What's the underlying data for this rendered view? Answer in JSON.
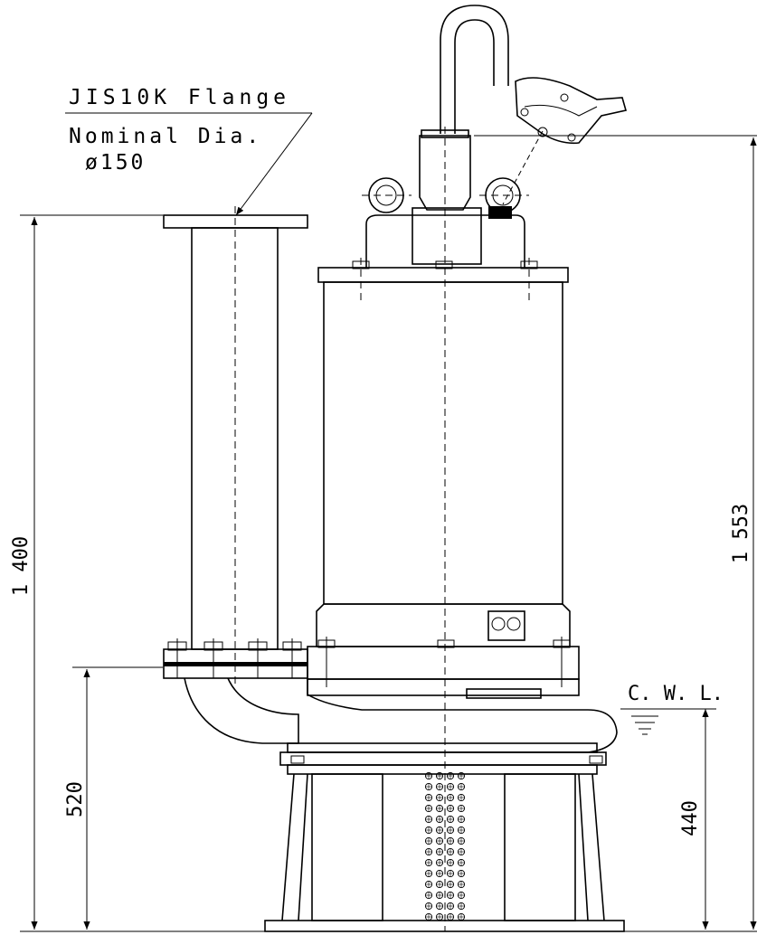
{
  "flange_note": {
    "line1": "JIS10K Flange",
    "line2": "Nominal Dia.",
    "line3": "ø150"
  },
  "dimensions": {
    "pipe_height": "1 400",
    "total_height": "1 553",
    "outlet_height": "520",
    "cwl_height": "440"
  },
  "water_level": {
    "label": "C. W. L."
  }
}
